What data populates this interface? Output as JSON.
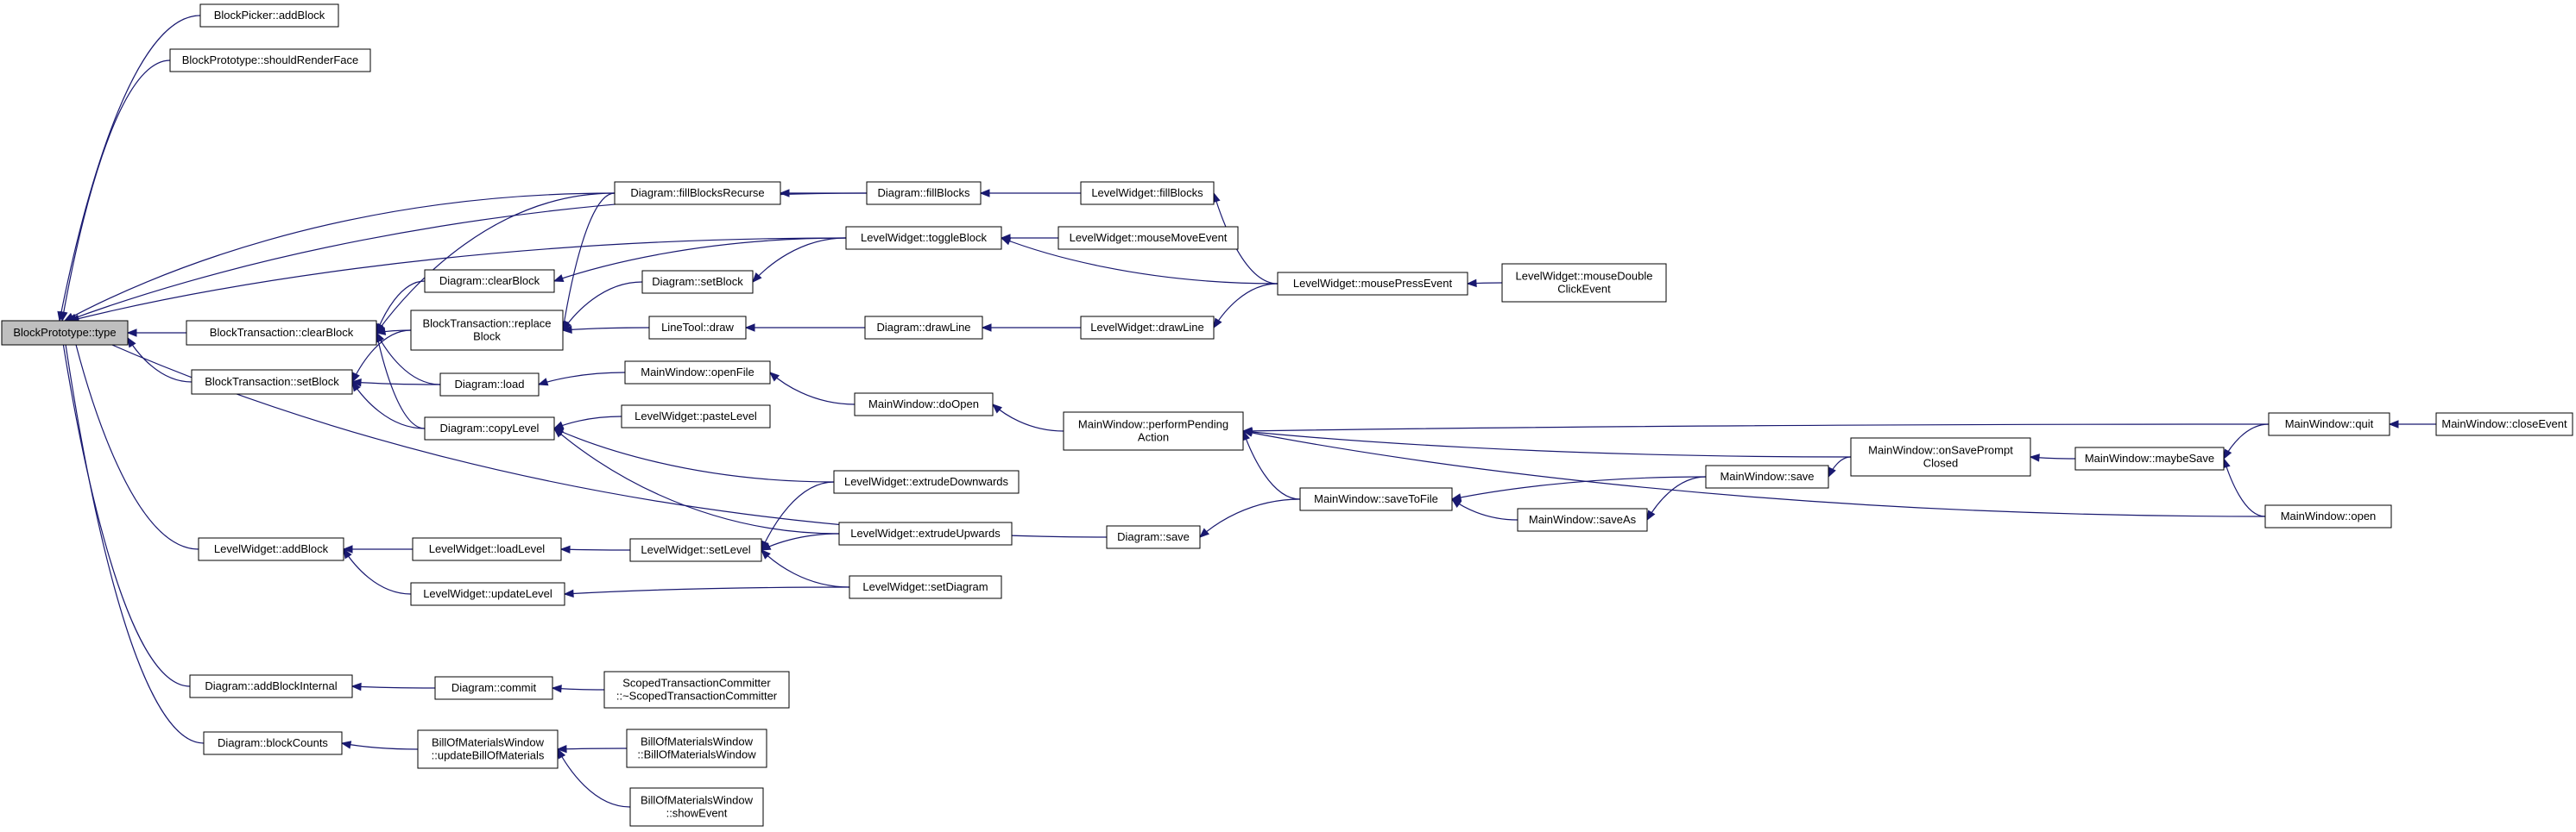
{
  "diagram": {
    "kind": "call-graph",
    "colors": {
      "edge": "#191970",
      "root_fill": "#bfbfbf",
      "node_fill": "#ffffff",
      "node_border": "#000000"
    },
    "nodes": [
      {
        "id": "root",
        "lines": [
          "BlockPrototype::type"
        ],
        "root": true
      },
      {
        "id": "picker",
        "lines": [
          "BlockPicker::addBlock"
        ]
      },
      {
        "id": "shouldRender",
        "lines": [
          "BlockPrototype::shouldRenderFace"
        ]
      },
      {
        "id": "btClear",
        "lines": [
          "BlockTransaction::clearBlock"
        ]
      },
      {
        "id": "btSet",
        "lines": [
          "BlockTransaction::setBlock"
        ]
      },
      {
        "id": "lwAdd",
        "lines": [
          "LevelWidget::addBlock"
        ]
      },
      {
        "id": "dAddInt",
        "lines": [
          "Diagram::addBlockInternal"
        ]
      },
      {
        "id": "dCounts",
        "lines": [
          "Diagram::blockCounts"
        ]
      },
      {
        "id": "dClear",
        "lines": [
          "Diagram::clearBlock"
        ]
      },
      {
        "id": "btReplace",
        "lines": [
          "BlockTransaction::replace",
          "Block"
        ]
      },
      {
        "id": "dLoad",
        "lines": [
          "Diagram::load"
        ]
      },
      {
        "id": "dCopy",
        "lines": [
          "Diagram::copyLevel"
        ]
      },
      {
        "id": "lwLoad",
        "lines": [
          "LevelWidget::loadLevel"
        ]
      },
      {
        "id": "lwUpdate",
        "lines": [
          "LevelWidget::updateLevel"
        ]
      },
      {
        "id": "dCommit",
        "lines": [
          "Diagram::commit"
        ]
      },
      {
        "id": "bomUpdate",
        "lines": [
          "BillOfMaterialsWindow",
          "::updateBillOfMaterials"
        ]
      },
      {
        "id": "dFillRec",
        "lines": [
          "Diagram::fillBlocksRecurse"
        ]
      },
      {
        "id": "dSet",
        "lines": [
          "Diagram::setBlock"
        ]
      },
      {
        "id": "ltDraw",
        "lines": [
          "LineTool::draw"
        ]
      },
      {
        "id": "mwOpenFile",
        "lines": [
          "MainWindow::openFile"
        ]
      },
      {
        "id": "lwPaste",
        "lines": [
          "LevelWidget::pasteLevel"
        ]
      },
      {
        "id": "lwSetLevel",
        "lines": [
          "LevelWidget::setLevel"
        ]
      },
      {
        "id": "stc",
        "lines": [
          "ScopedTransactionCommitter",
          "::~ScopedTransactionCommitter"
        ]
      },
      {
        "id": "bomCtor",
        "lines": [
          "BillOfMaterialsWindow",
          "::BillOfMaterialsWindow"
        ]
      },
      {
        "id": "bomShow",
        "lines": [
          "BillOfMaterialsWindow",
          "::showEvent"
        ]
      },
      {
        "id": "dFill",
        "lines": [
          "Diagram::fillBlocks"
        ]
      },
      {
        "id": "lwToggle",
        "lines": [
          "LevelWidget::toggleBlock"
        ]
      },
      {
        "id": "dDrawLine",
        "lines": [
          "Diagram::drawLine"
        ]
      },
      {
        "id": "mwDoOpen",
        "lines": [
          "MainWindow::doOpen"
        ]
      },
      {
        "id": "lwExtDown",
        "lines": [
          "LevelWidget::extrudeDownwards"
        ]
      },
      {
        "id": "lwExtUp",
        "lines": [
          "LevelWidget::extrudeUpwards"
        ]
      },
      {
        "id": "lwSetDiagram",
        "lines": [
          "LevelWidget::setDiagram"
        ]
      },
      {
        "id": "dSave",
        "lines": [
          "Diagram::save"
        ]
      },
      {
        "id": "lwFill",
        "lines": [
          "LevelWidget::fillBlocks"
        ]
      },
      {
        "id": "lwMouseMove",
        "lines": [
          "LevelWidget::mouseMoveEvent"
        ]
      },
      {
        "id": "lwDrawLine",
        "lines": [
          "LevelWidget::drawLine"
        ]
      },
      {
        "id": "mwPerform",
        "lines": [
          "MainWindow::performPending",
          "Action"
        ]
      },
      {
        "id": "lwMousePress",
        "lines": [
          "LevelWidget::mousePressEvent"
        ]
      },
      {
        "id": "mwSaveToFile",
        "lines": [
          "MainWindow::saveToFile"
        ]
      },
      {
        "id": "lwMouseDbl",
        "lines": [
          "LevelWidget::mouseDouble",
          "ClickEvent"
        ]
      },
      {
        "id": "mwSaveAs",
        "lines": [
          "MainWindow::saveAs"
        ]
      },
      {
        "id": "mwSave",
        "lines": [
          "MainWindow::save"
        ]
      },
      {
        "id": "mwOnSave",
        "lines": [
          "MainWindow::onSavePrompt",
          "Closed"
        ]
      },
      {
        "id": "mwMaybe",
        "lines": [
          "MainWindow::maybeSave"
        ]
      },
      {
        "id": "mwQuit",
        "lines": [
          "MainWindow::quit"
        ]
      },
      {
        "id": "mwOpen",
        "lines": [
          "MainWindow::open"
        ]
      },
      {
        "id": "mwClose",
        "lines": [
          "MainWindow::closeEvent"
        ]
      }
    ],
    "edges": [
      [
        "picker",
        "root"
      ],
      [
        "shouldRender",
        "root"
      ],
      [
        "btClear",
        "root"
      ],
      [
        "btSet",
        "root"
      ],
      [
        "lwAdd",
        "root"
      ],
      [
        "dAddInt",
        "root"
      ],
      [
        "dCounts",
        "root"
      ],
      [
        "dFillRec",
        "root"
      ],
      [
        "dFill",
        "root"
      ],
      [
        "lwToggle",
        "root"
      ],
      [
        "dSave",
        "root"
      ],
      [
        "dClear",
        "btClear"
      ],
      [
        "btReplace",
        "btClear"
      ],
      [
        "dLoad",
        "btClear"
      ],
      [
        "dCopy",
        "btClear"
      ],
      [
        "dFillRec",
        "btClear"
      ],
      [
        "btReplace",
        "btSet"
      ],
      [
        "dLoad",
        "btSet"
      ],
      [
        "dCopy",
        "btSet"
      ],
      [
        "lwLoad",
        "lwAdd"
      ],
      [
        "lwUpdate",
        "lwAdd"
      ],
      [
        "dCommit",
        "dAddInt"
      ],
      [
        "stc",
        "dCommit"
      ],
      [
        "bomUpdate",
        "dCounts"
      ],
      [
        "bomCtor",
        "bomUpdate"
      ],
      [
        "bomShow",
        "bomUpdate"
      ],
      [
        "lwToggle",
        "dClear"
      ],
      [
        "dFillRec",
        "btReplace"
      ],
      [
        "dSet",
        "btReplace"
      ],
      [
        "ltDraw",
        "btReplace"
      ],
      [
        "mwOpenFile",
        "dLoad"
      ],
      [
        "lwPaste",
        "dCopy"
      ],
      [
        "lwExtDown",
        "dCopy"
      ],
      [
        "lwExtUp",
        "dCopy"
      ],
      [
        "lwSetLevel",
        "lwLoad"
      ],
      [
        "lwSetDiagram",
        "lwUpdate"
      ],
      [
        "dFill",
        "dFillRec"
      ],
      [
        "lwToggle",
        "dSet"
      ],
      [
        "dDrawLine",
        "ltDraw"
      ],
      [
        "mwDoOpen",
        "mwOpenFile"
      ],
      [
        "lwExtDown",
        "lwSetLevel"
      ],
      [
        "lwExtUp",
        "lwSetLevel"
      ],
      [
        "lwSetDiagram",
        "lwSetLevel"
      ],
      [
        "lwFill",
        "dFill"
      ],
      [
        "lwMouseMove",
        "lwToggle"
      ],
      [
        "lwMousePress",
        "lwToggle"
      ],
      [
        "lwDrawLine",
        "dDrawLine"
      ],
      [
        "mwPerform",
        "mwDoOpen"
      ],
      [
        "mwSaveToFile",
        "dSave"
      ],
      [
        "lwMousePress",
        "lwFill"
      ],
      [
        "lwMousePress",
        "lwDrawLine"
      ],
      [
        "mwSaveToFile",
        "mwPerform"
      ],
      [
        "mwOnSave",
        "mwPerform"
      ],
      [
        "mwQuit",
        "mwPerform"
      ],
      [
        "mwOpen",
        "mwPerform"
      ],
      [
        "lwMouseDbl",
        "lwMousePress"
      ],
      [
        "mwSave",
        "mwSaveToFile"
      ],
      [
        "mwSaveAs",
        "mwSaveToFile"
      ],
      [
        "mwSave",
        "mwSaveAs"
      ],
      [
        "mwOnSave",
        "mwSave"
      ],
      [
        "mwMaybe",
        "mwOnSave"
      ],
      [
        "mwQuit",
        "mwMaybe"
      ],
      [
        "mwOpen",
        "mwMaybe"
      ],
      [
        "mwClose",
        "mwQuit"
      ]
    ]
  }
}
